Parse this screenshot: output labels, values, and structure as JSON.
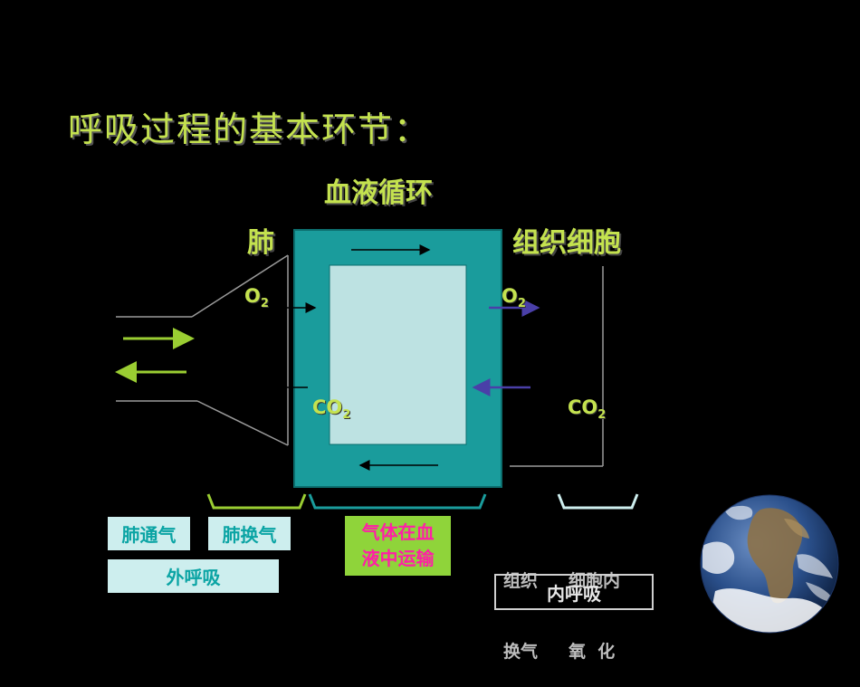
{
  "title": "呼吸过程的基本环节：",
  "labels": {
    "blood": "血液循环",
    "lung": "肺",
    "tissue": "组织细胞"
  },
  "gases": {
    "o2_left": {
      "base": "O",
      "sub": "2"
    },
    "o2_right": {
      "base": "O",
      "sub": "2"
    },
    "co2_left": {
      "base": "CO",
      "sub": "2"
    },
    "co2_right": {
      "base": "CO",
      "sub": "2"
    }
  },
  "stages": {
    "lung_ventilation": "肺通气",
    "lung_exchange": "肺换气",
    "blood_transport_1": "气体在血",
    "blood_transport_2": "液中运输",
    "external_respiration": "外呼吸",
    "tissue_exchange_1": "组织",
    "tissue_exchange_2": "换气",
    "cell_oxidation_1": "细胞内",
    "cell_oxidation_2": "氧  化",
    "internal_respiration": "内呼吸"
  },
  "colors": {
    "title": "#c4e24f",
    "circulation_outer": "#1a9c9c",
    "circulation_inner": "#bde2e2",
    "transport_box": "#8fd43a",
    "transport_text": "#ff1fa6",
    "stage_box": "#cdeeee",
    "stage_text": "#0aa4a4",
    "arrow_green": "#9acd32",
    "arrow_purple": "#4a3fa8"
  },
  "icons": {
    "earth": "earth-globe-icon"
  }
}
